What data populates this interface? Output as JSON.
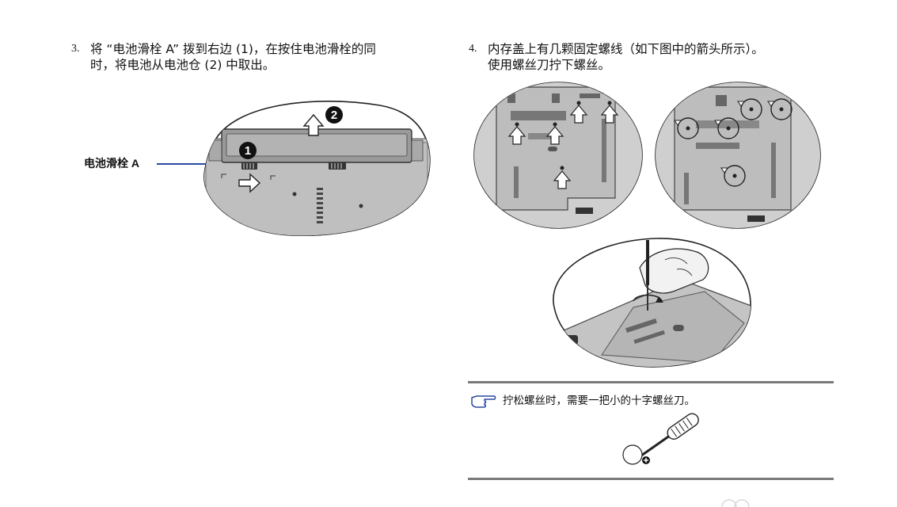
{
  "step3": {
    "number": "3.",
    "line1": "将 “电池滑栓 A” 拨到右边 (1)，在按住电池滑栓的同",
    "line2": "时，将电池从电池仓 (2) 中取出。"
  },
  "step4": {
    "number": "4.",
    "line1": "内存盖上有几颗固定螺线（如下图中的箭头所示）。",
    "line2": "使用螺丝刀拧下螺丝。"
  },
  "battery_figure": {
    "latch_label": "电池滑栓 A",
    "callout_1": "1",
    "callout_2": "2"
  },
  "note": {
    "text": "拧松螺丝时，需要一把小的十字螺丝刀。",
    "icon": "pointing-hand-icon"
  },
  "colors": {
    "leader_line": "#2a4aa0",
    "rule": "#7a7a7a",
    "laptop_gray": "#c9c9c9"
  }
}
